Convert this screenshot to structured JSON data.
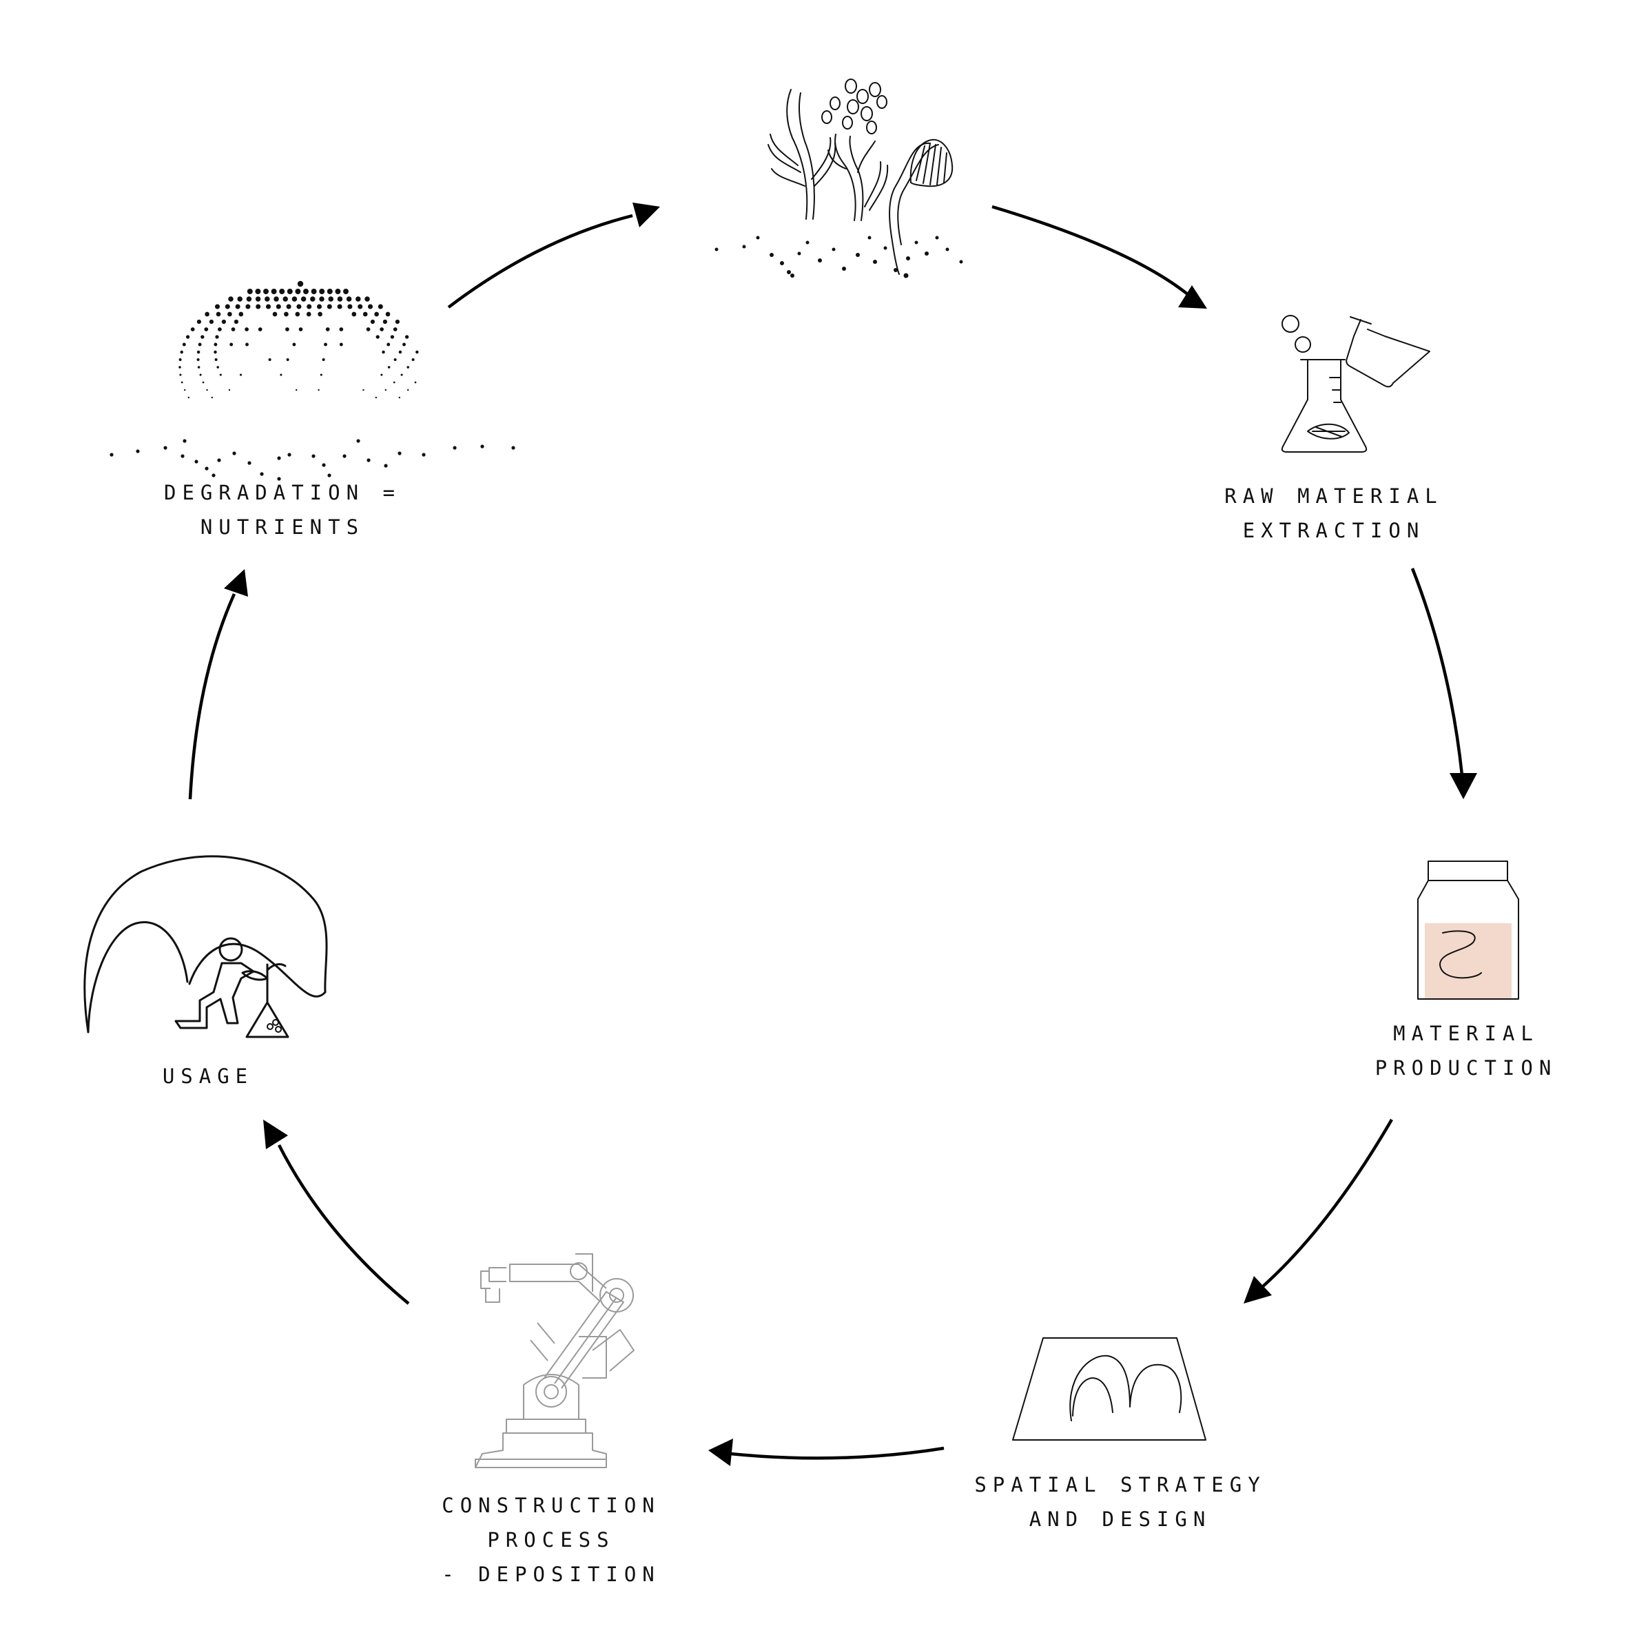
{
  "diagram": {
    "accent_color": "#f2d9cc",
    "stages": [
      {
        "id": "organisms",
        "icon": "organisms-icon",
        "lines": []
      },
      {
        "id": "raw-material",
        "icon": "flask-icon",
        "lines": [
          "RAW MATERIAL",
          "EXTRACTION"
        ]
      },
      {
        "id": "material-production",
        "icon": "jar-icon",
        "lines": [
          "MATERIAL",
          "PRODUCTION"
        ]
      },
      {
        "id": "spatial-strategy",
        "icon": "design-sheet-icon",
        "lines": [
          "SPATIAL STRATEGY",
          "AND DESIGN"
        ]
      },
      {
        "id": "construction",
        "icon": "robot-arm-icon",
        "lines": [
          "CONSTRUCTION",
          "PROCESS",
          "- DEPOSITION"
        ]
      },
      {
        "id": "usage",
        "icon": "shelter-person-icon",
        "lines": [
          "USAGE"
        ]
      },
      {
        "id": "degradation",
        "icon": "dotted-dome-icon",
        "lines": [
          "DEGRADATION =",
          "NUTRIENTS"
        ]
      }
    ]
  }
}
